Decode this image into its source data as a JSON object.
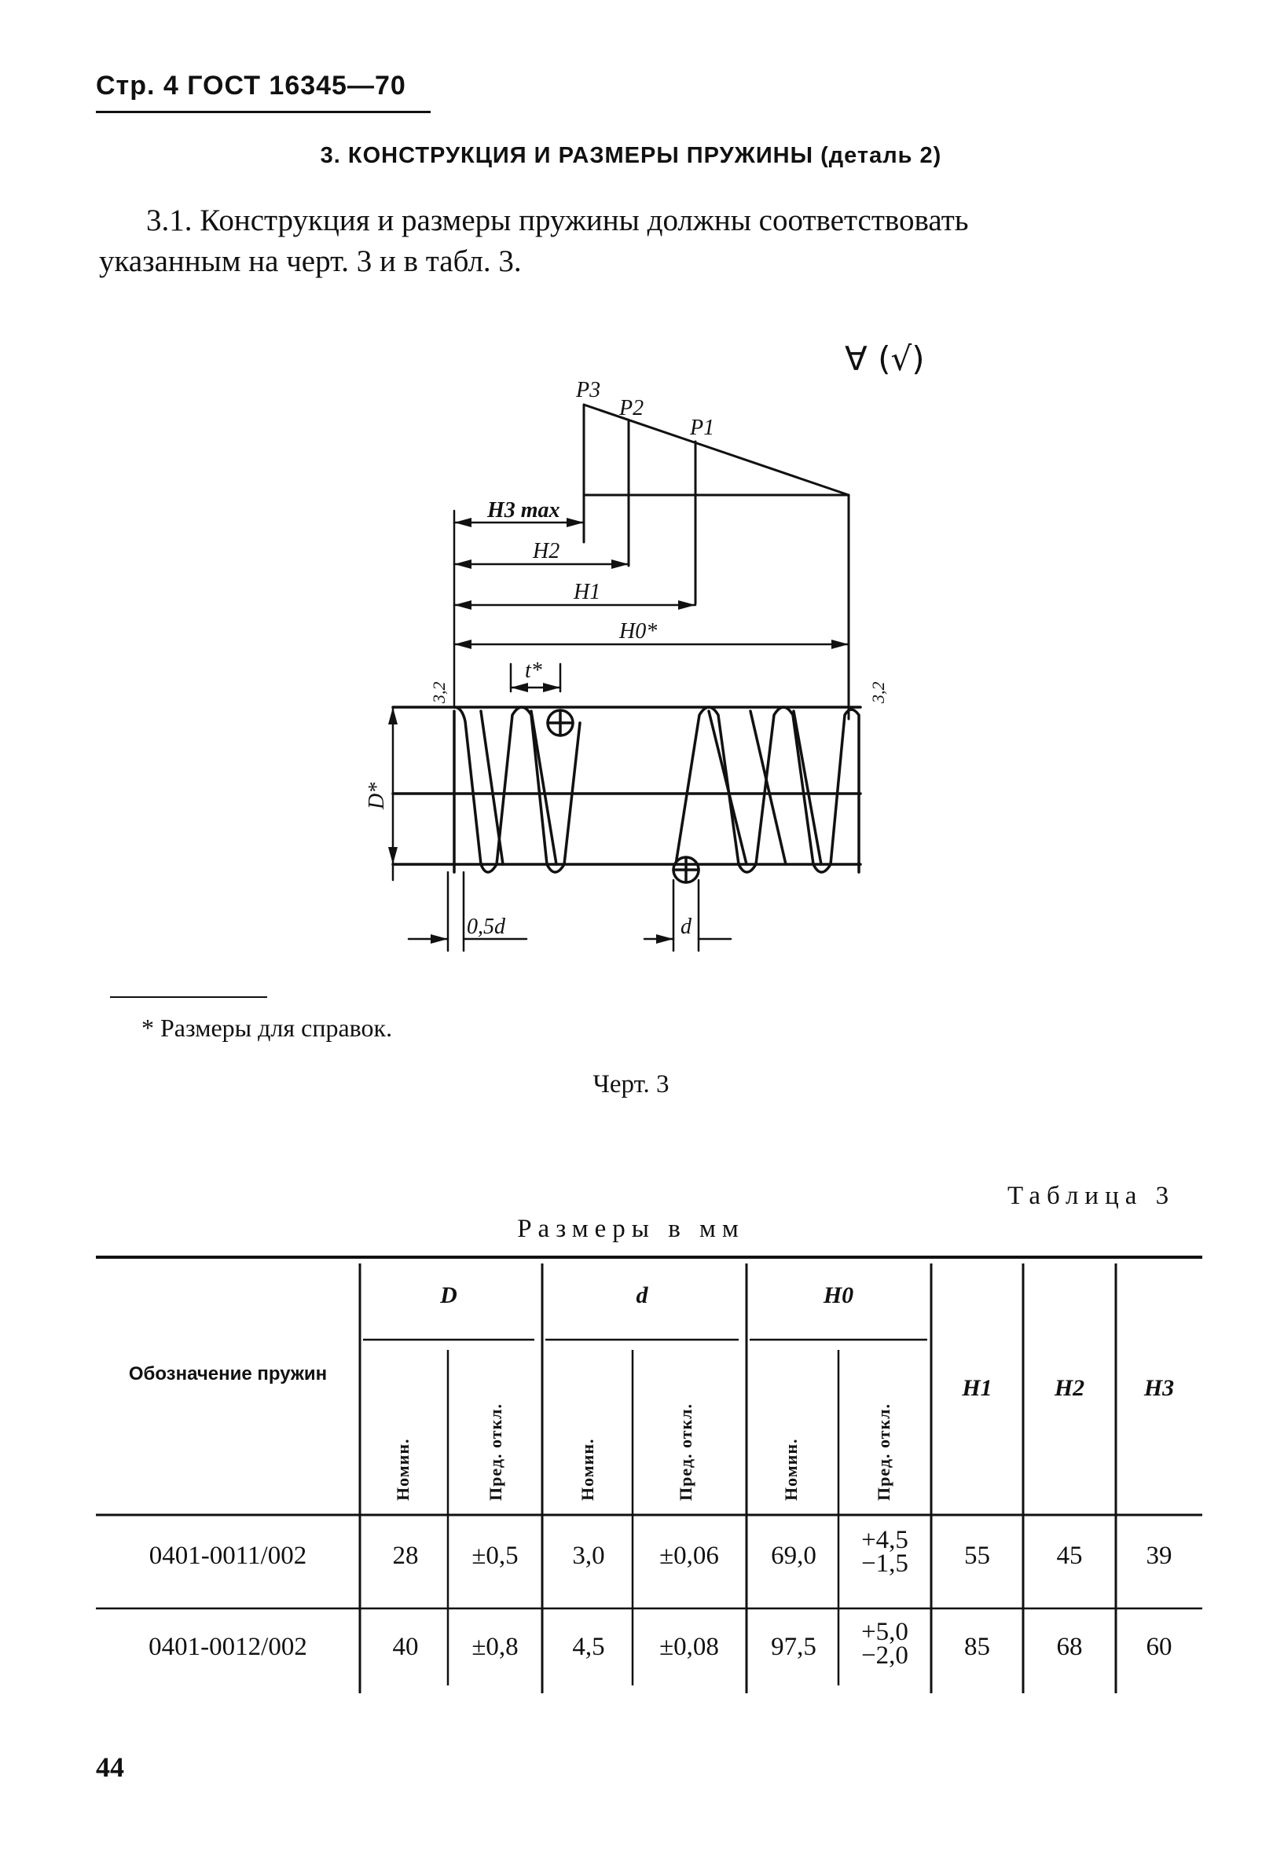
{
  "header": {
    "text": "Стр. 4  ГОСТ 16345—70"
  },
  "section_title": "3. КОНСТРУКЦИЯ И РАЗМЕРЫ ПРУЖИНЫ (деталь 2)",
  "paragraph": {
    "line1": "3.1. Конструкция и размеры пружины должны соответствовать",
    "line2": "указанным на черт. 3 и в табл. 3."
  },
  "drawing": {
    "roughness": "∀ (√)",
    "labels": {
      "p3": "P3",
      "p2": "P2",
      "p1": "P1",
      "h3max": "H3 max",
      "h2": "H2",
      "h1": "H1",
      "h0": "H0*",
      "t": "t*",
      "D": "D*",
      "half_d": "0,5d",
      "d": "d",
      "rough_left": "3,2",
      "rough_right": "3,2"
    }
  },
  "footnote": "* Размеры для справок.",
  "caption": "Черт. 3",
  "table": {
    "number": "Таблица 3",
    "units": "Размеры в мм",
    "headers": {
      "designation": "Обозначение пружин",
      "D": "D",
      "d": "d",
      "H0": "H0",
      "H1": "H1",
      "H2": "H2",
      "H3": "H3",
      "nominal": "Номин.",
      "tolerance": "Пред. откл."
    },
    "rows": [
      {
        "designation": "0401-0011/002",
        "D_nom": "28",
        "D_tol": "±0,5",
        "d_nom": "3,0",
        "d_tol": "±0,06",
        "H0_nom": "69,0",
        "H0_tol_plus": "+4,5",
        "H0_tol_minus": "−1,5",
        "H1": "55",
        "H2": "45",
        "H3": "39"
      },
      {
        "designation": "0401-0012/002",
        "D_nom": "40",
        "D_tol": "±0,8",
        "d_nom": "4,5",
        "d_tol": "±0,08",
        "H0_nom": "97,5",
        "H0_tol_plus": "+5,0",
        "H0_tol_minus": "−2,0",
        "H1": "85",
        "H2": "68",
        "H3": "60"
      }
    ]
  },
  "page_number": "44"
}
